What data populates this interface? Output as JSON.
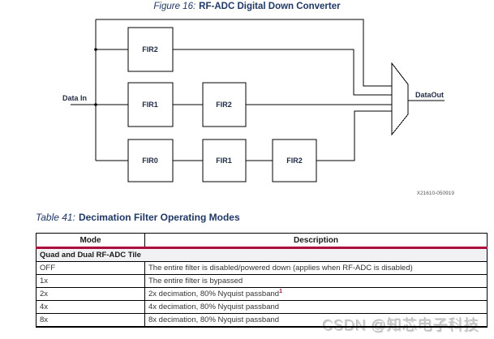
{
  "figure": {
    "caption_prefix": "Figure 16:",
    "caption_title": "RF-ADC Digital Down Converter",
    "input_label": "Data In",
    "output_label": "DataOut",
    "boxes": [
      "FIR2",
      "FIR1",
      "FIR2",
      "FIR0",
      "FIR1",
      "FIR2"
    ],
    "figure_id": "X21610-050919"
  },
  "table": {
    "caption_prefix": "Table 41:",
    "caption_title": "Decimation Filter Operating Modes",
    "columns": [
      "Mode",
      "Description"
    ],
    "section_header": "Quad and Dual RF-ADC Tile",
    "rows": [
      {
        "mode": "OFF",
        "description": "The entire filter is disabled/powered down (applies when RF-ADC is disabled)"
      },
      {
        "mode": "1x",
        "description": "The entire filter is bypassed"
      },
      {
        "mode": "2x",
        "description": "2x decimation, 80% Nyquist passband",
        "footnote_ref": "1"
      },
      {
        "mode": "4x",
        "description": "4x decimation, 80% Nyquist passband"
      },
      {
        "mode": "8x",
        "description": "8x decimation, 80% Nyquist passband"
      }
    ]
  },
  "watermark": "CSDN @知芯电子科技",
  "colors": {
    "caption_blue": "#1f3864",
    "header_rule_crimson": "#ab0d3d",
    "section_row_bg": "#f1f1f3",
    "footnote_red": "#9e1b32"
  }
}
